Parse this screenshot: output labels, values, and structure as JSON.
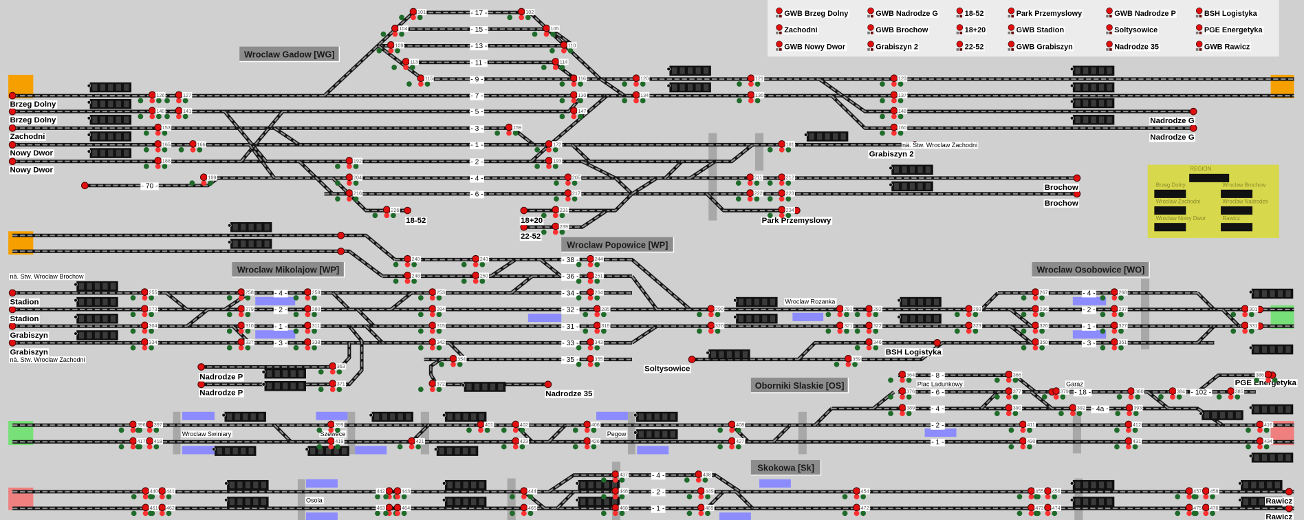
{
  "legend": [
    "GWB Brzeg Dolny",
    "Zachodni",
    "GWB Nowy Dwor",
    "GWB Nadrodze G",
    "GWB Brochow",
    "Grabiszyn 2",
    "18-52",
    "18+20",
    "22-52",
    "Park Przemyslowy",
    "GWB Stadion",
    "GWB Grabiszyn",
    "GWB Nadrodze P",
    "Soltysowice",
    "Nadrodze 35",
    "BSH Logistyka",
    "PGE Energetyka",
    "GWB Rawicz"
  ],
  "region": {
    "title": "REGION",
    "labels": [
      "Brzeg Dolny",
      "Wroclaw Brochow",
      "Wroclaw Zachodni",
      "Wroclaw Nadrodze",
      "Wroclaw Nowy Dwor",
      "Rawicz"
    ]
  },
  "sections": [
    "Wroclaw Gadow [WG]",
    "Wroclaw Popowice [WP]",
    "Wroclaw Mikolajow [WP]",
    "Wroclaw Osobowice [WO]",
    "Oborniki Slaskie [OS]",
    "Skokowa [Sk]"
  ],
  "stations": [
    "Brzeg Dolny",
    "Brzeg Dolny",
    "Zachodni",
    "Nowy Dwor",
    "Nowy Dwor",
    "18-52",
    "18+20",
    "22-52",
    "Park Przemyslowy",
    "Grabiszyn 2",
    "Nadrodze G",
    "Nadrodze G",
    "Brochow",
    "Brochow",
    "Stadion",
    "Stadion",
    "Grabiszyn",
    "Grabiszyn",
    "Nadrodze P",
    "Nadrodze P",
    "Nadrodze 35",
    "Soltysowice",
    "BSH Logistyka",
    "PGE Energetyka",
    "Rawicz",
    "Rawicz"
  ],
  "places": [
    "nä. Stw. Wroclaw Zachodni",
    "nä. Stw. Wroclaw Brochow",
    "nä. Stw. Wroclaw Zachodni",
    "Wroclaw Rozanka",
    "Plac Ladunkowy",
    "Garaz",
    "Wroclaw Swiniary",
    "Szewece",
    "Pegow",
    "Osola"
  ],
  "track_labels": [
    "- 17 -",
    "- 15 -",
    "- 13 -",
    "- 11 -",
    "- 9 -",
    "- 7 -",
    "- 5 -",
    "- 3 -",
    "- 1 -",
    "- 2 -",
    "- 4 -",
    "- 6 -",
    "- 70 -",
    "- 38 -",
    "- 36 -",
    "- 34 -",
    "- 32 -",
    "- 31 -",
    "- 33 -",
    "- 35 -",
    "- 4 -",
    "- 2 -",
    "- 1 -",
    "- 3 -",
    "- 4 -",
    "- 2 -",
    "- 1 -",
    "- 3 -",
    "- 8 -",
    "- 6 -",
    "- 4 -",
    "- 2 -",
    "- 1 -",
    "- 18 -",
    "- 4a -",
    "- 102 -",
    "- 4 -",
    "- 2 -",
    "- 1 -"
  ],
  "signals": [
    "101",
    "102",
    "104",
    "105",
    "109",
    "110",
    "113",
    "114",
    "115",
    "116",
    "130",
    "147",
    "159",
    "172",
    "193",
    "205",
    "217",
    "120",
    "134",
    "121",
    "136",
    "123",
    "137",
    "148",
    "160",
    "181",
    "211",
    "212",
    "222",
    "223",
    "234",
    "126",
    "127",
    "140",
    "141",
    "153",
    "165",
    "166",
    "188",
    "192",
    "204",
    "216",
    "226",
    "231",
    "239",
    "199",
    "240",
    "248",
    "243",
    "250",
    "253",
    "284",
    "315",
    "342",
    "354",
    "372",
    "244",
    "251",
    "264",
    "285",
    "316",
    "343",
    "355",
    "255",
    "273",
    "304",
    "334",
    "258",
    "279",
    "310",
    "337",
    "259",
    "280",
    "311",
    "338",
    "363",
    "371",
    "290",
    "320",
    "291",
    "321",
    "292",
    "322",
    "346",
    "359",
    "293",
    "323",
    "267",
    "296",
    "326",
    "350",
    "268",
    "297",
    "327",
    "351",
    "301",
    "331",
    "364",
    "366",
    "376",
    "377",
    "389",
    "390",
    "379",
    "380",
    "384",
    "385",
    "386",
    "392",
    "393",
    "396",
    "397",
    "417",
    "418",
    "399",
    "419",
    "421",
    "401",
    "402",
    "423",
    "406",
    "426",
    "408",
    "427",
    "411",
    "430",
    "412",
    "431",
    "416",
    "434",
    "440",
    "441",
    "461",
    "462",
    "442",
    "443",
    "463",
    "464",
    "437",
    "438",
    "444",
    "448",
    "449",
    "465",
    "468",
    "469",
    "454",
    "472",
    "455",
    "456",
    "473",
    "474",
    "457",
    "458",
    "475",
    "476"
  ],
  "colors": {
    "background": "#d0d0d0",
    "signal_red": "#e01010",
    "signal_green": "#1f6b2a",
    "block_blue": "#8c8cff",
    "boundary_orange": "#f5a000",
    "boundary_green": "#78e078",
    "boundary_red": "#f08080",
    "region_panel": "#d8d84c"
  }
}
